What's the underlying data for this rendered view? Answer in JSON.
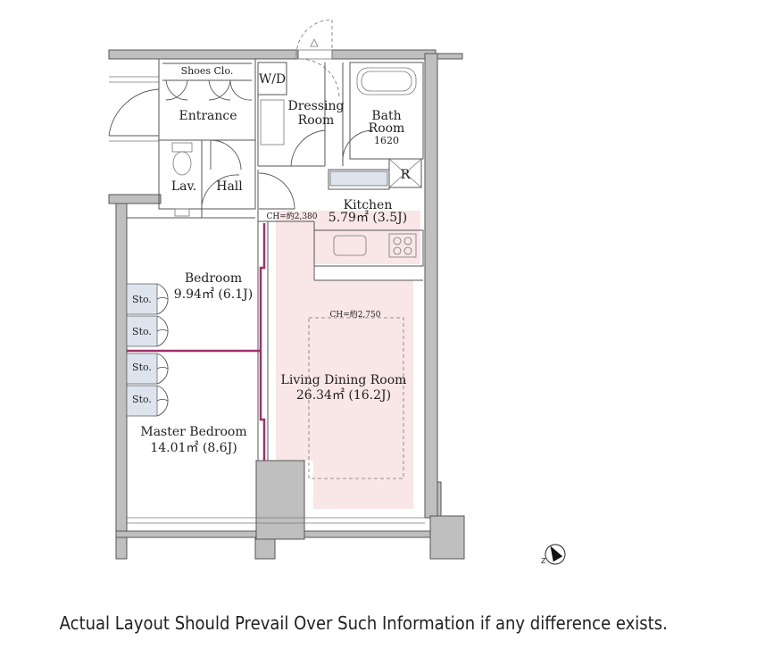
{
  "rooms": {
    "shoes_closet": "Shoes Clo.",
    "wd": "W/D",
    "entrance": "Entrance",
    "dressing_line1": "Dressing",
    "dressing_line2": "Room",
    "bath_line1": "Bath",
    "bath_line2": "Room",
    "bath_size": "1620",
    "refrigerator": "R",
    "lav": "Lav.",
    "hall": "Hall",
    "kitchen_name": "Kitchen",
    "kitchen_area": "5.79㎡ (3.5J)",
    "ceiling_height_kitchen": "CH=約2,380",
    "bedroom_name": "Bedroom",
    "bedroom_area": "9.94㎡ (6.1J)",
    "storage_labels": [
      "Sto.",
      "Sto.",
      "Sto.",
      "Sto."
    ],
    "ceiling_height_living": "CH=約2,750",
    "living_name": "Living Dining Room",
    "living_area": "26.34㎡ (16.2J)",
    "master_name": "Master Bedroom",
    "master_area": "14.01㎡ (8.6J)"
  },
  "compass": {
    "north_letter": "Z"
  },
  "colors": {
    "wall_fill": "#bfbfbf",
    "living_highlight": "#f9e6e6",
    "partition": "#a0306a",
    "storage_fill": "#dde4ee"
  },
  "footer": {
    "disclaimer": "Actual Layout Should Prevail Over Such Information if any difference exists."
  }
}
